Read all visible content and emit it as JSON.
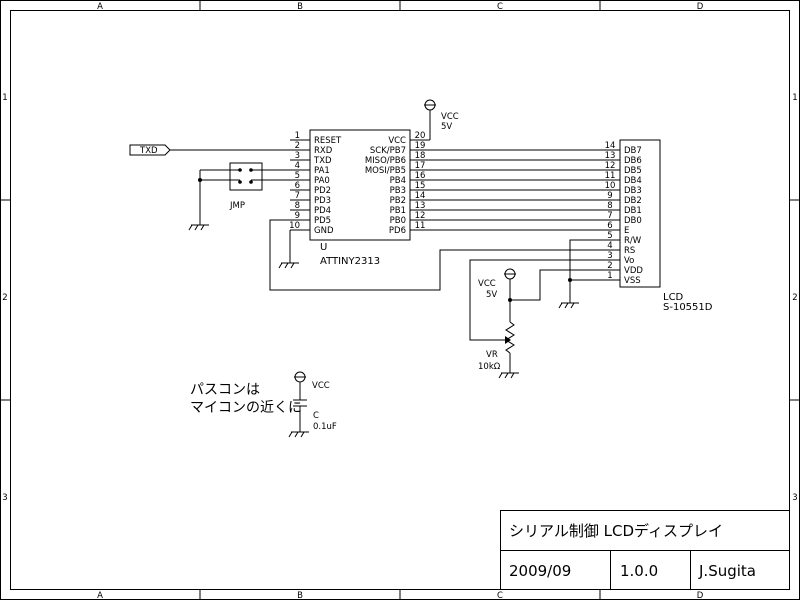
{
  "frame": {
    "col_labels": [
      "A",
      "B",
      "C",
      "D"
    ],
    "row_labels": [
      "1",
      "2",
      "3"
    ]
  },
  "net_port": "TXD",
  "jumper_label": "JMP",
  "ic": {
    "ref": "U",
    "part": "ATTINY2313",
    "left_pins": [
      {
        "num": "1",
        "name": "RESET"
      },
      {
        "num": "2",
        "name": "RXD"
      },
      {
        "num": "3",
        "name": "TXD"
      },
      {
        "num": "4",
        "name": "PA1"
      },
      {
        "num": "5",
        "name": "PA0"
      },
      {
        "num": "6",
        "name": "PD2"
      },
      {
        "num": "7",
        "name": "PD3"
      },
      {
        "num": "8",
        "name": "PD4"
      },
      {
        "num": "9",
        "name": "PD5"
      },
      {
        "num": "10",
        "name": "GND"
      }
    ],
    "right_pins": [
      {
        "num": "20",
        "name": "VCC"
      },
      {
        "num": "19",
        "name": "SCK/PB7"
      },
      {
        "num": "18",
        "name": "MISO/PB6"
      },
      {
        "num": "17",
        "name": "MOSI/PB5"
      },
      {
        "num": "16",
        "name": "PB4"
      },
      {
        "num": "15",
        "name": "PB3"
      },
      {
        "num": "14",
        "name": "PB2"
      },
      {
        "num": "13",
        "name": "PB1"
      },
      {
        "num": "12",
        "name": "PB0"
      },
      {
        "num": "11",
        "name": "PD6"
      }
    ]
  },
  "vcc_ic": {
    "name": "VCC",
    "value": "5V"
  },
  "vcc_vr": {
    "name": "VCC",
    "value": "5V"
  },
  "vcc_cap": {
    "name": "VCC"
  },
  "lcd": {
    "ref": "LCD",
    "part": "S-10551D",
    "pins": [
      {
        "num": "14",
        "name": "DB7"
      },
      {
        "num": "13",
        "name": "DB6"
      },
      {
        "num": "12",
        "name": "DB5"
      },
      {
        "num": "11",
        "name": "DB4"
      },
      {
        "num": "10",
        "name": "DB3"
      },
      {
        "num": "9",
        "name": "DB2"
      },
      {
        "num": "8",
        "name": "DB1"
      },
      {
        "num": "7",
        "name": "DB0"
      },
      {
        "num": "6",
        "name": "E"
      },
      {
        "num": "5",
        "name": "R/W"
      },
      {
        "num": "4",
        "name": "RS"
      },
      {
        "num": "3",
        "name": "Vo"
      },
      {
        "num": "2",
        "name": "VDD"
      },
      {
        "num": "1",
        "name": "VSS"
      }
    ]
  },
  "vr": {
    "ref": "VR",
    "value": "10kΩ"
  },
  "cap": {
    "ref": "C",
    "value": "0.1uF"
  },
  "note": {
    "line1": "パスコンは",
    "line2": "マイコンの近くに"
  },
  "title_block": {
    "title": "シリアル制御 LCDディスプレイ",
    "date": "2009/09",
    "version": "1.0.0",
    "author": "J.Sugita"
  }
}
